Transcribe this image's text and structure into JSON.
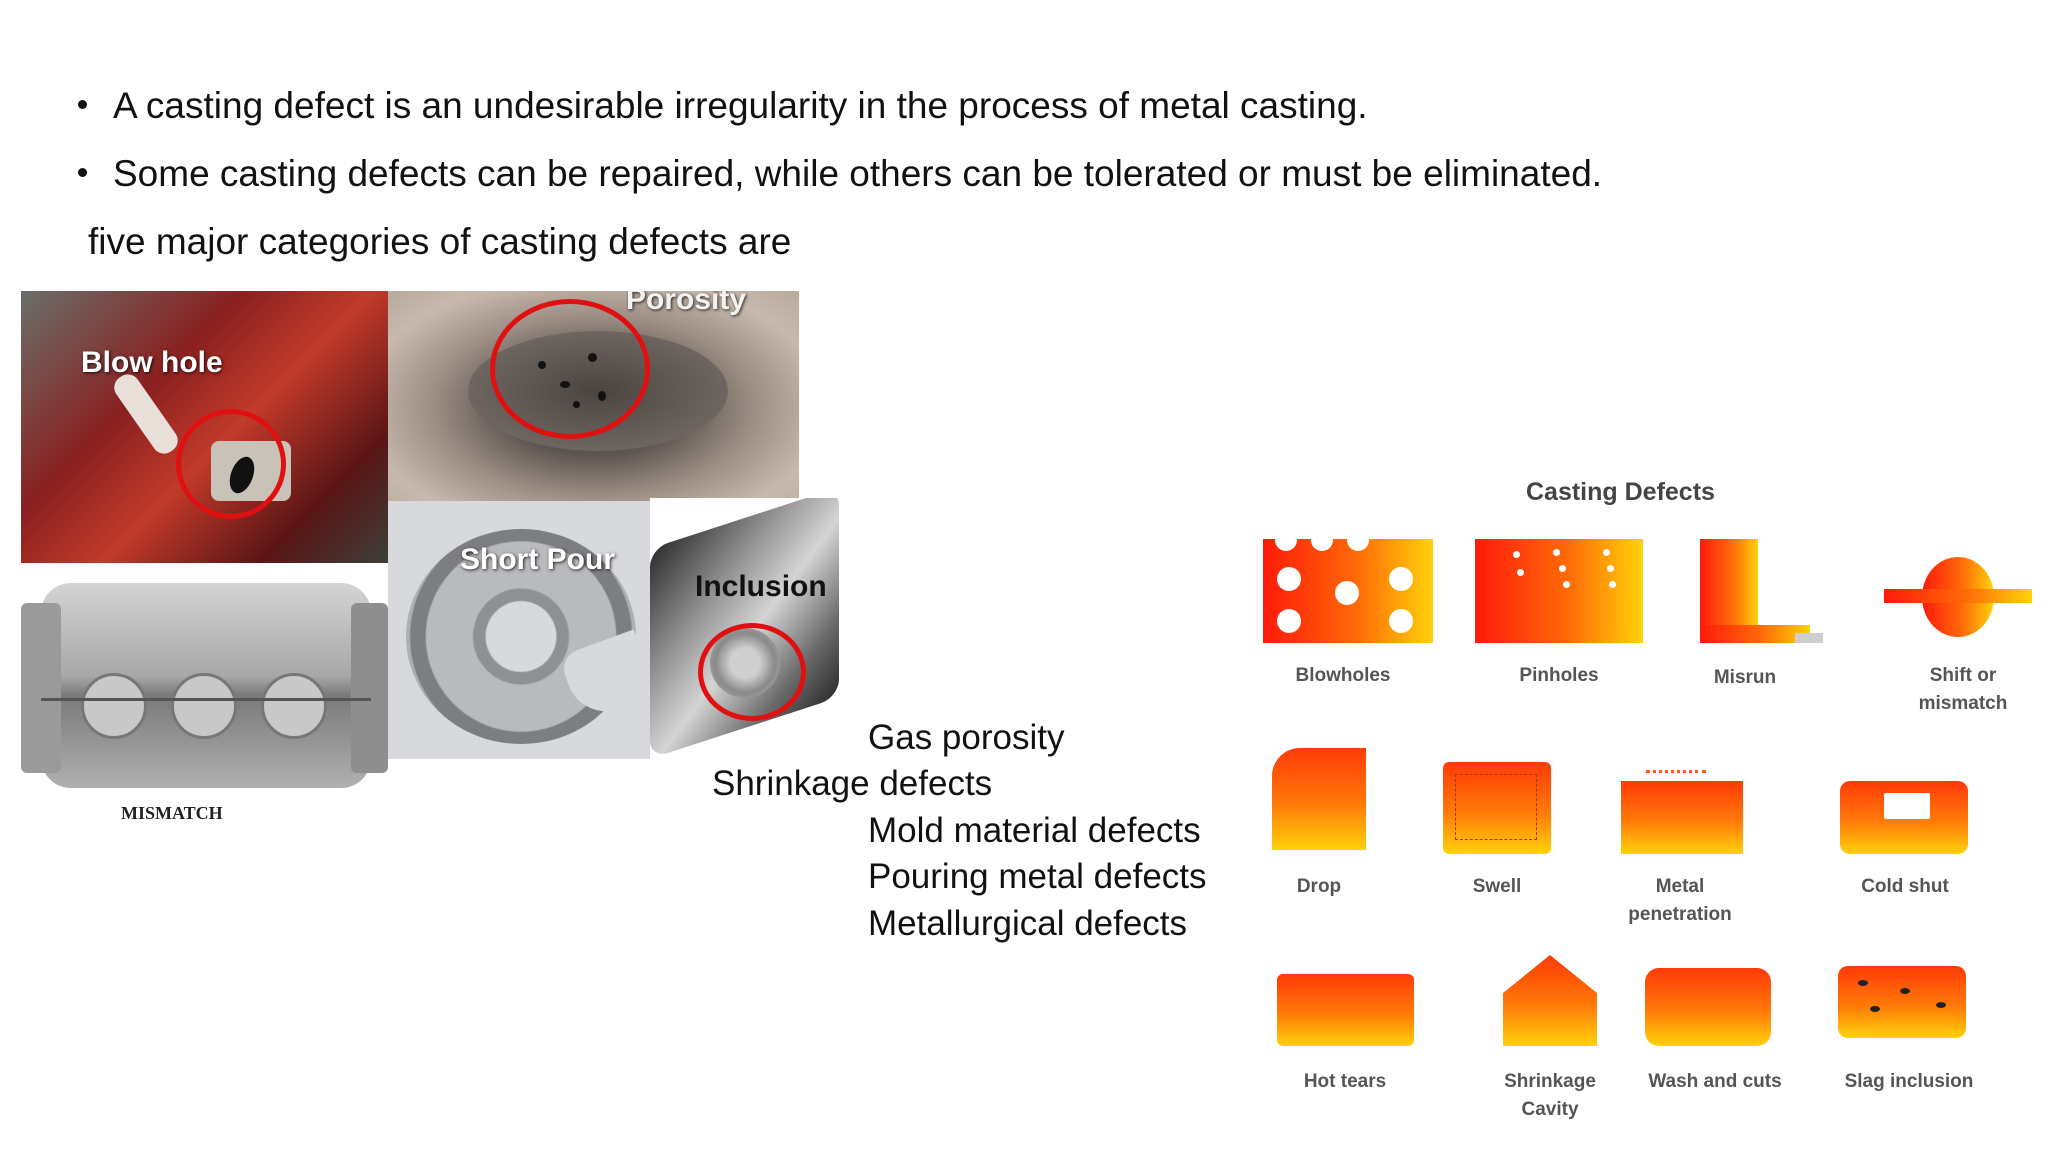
{
  "bullets": [
    "A casting defect is an undesirable irregularity in the process of metal casting.",
    "Some casting defects can be repaired, while others can be tolerated or must be eliminated."
  ],
  "intro": "five major categories of casting defects are",
  "categories": [
    "Gas porosity",
    "Shrinkage defects",
    "Mold material defects",
    "Pouring metal defects",
    "Metallurgical defects"
  ],
  "photos": {
    "blow_hole": "Blow hole",
    "porosity": "Porosity",
    "short_pour": "Short Pour",
    "inclusion": "Inclusion",
    "mismatch": "MISMATCH"
  },
  "diagram": {
    "title": "Casting Defects",
    "labels": {
      "blowholes": "Blowholes",
      "pinholes": "Pinholes",
      "misrun": "Misrun",
      "shift": "Shift or mismatch",
      "drop": "Drop",
      "swell": "Swell",
      "metal_penetration": "Metal penetration",
      "cold_shut": "Cold shut",
      "hot_tears": "Hot tears",
      "shrinkage_cavity": "Shrinkage Cavity",
      "wash_cuts": "Wash and cuts",
      "slag_inclusion": "Slag inclusion"
    }
  },
  "colors": {
    "defect_gradient_start": "#ff1a0a",
    "defect_gradient_end": "#ffd20a",
    "highlight_circle": "#e01010"
  }
}
